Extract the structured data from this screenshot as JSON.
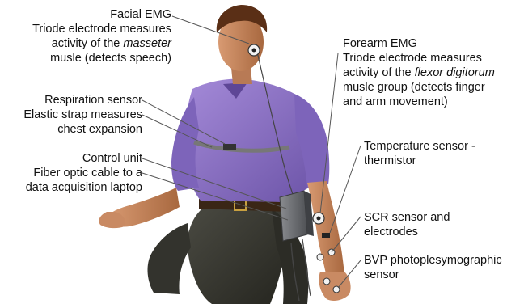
{
  "colors": {
    "shirt": "#8e74c8",
    "shirt_shadow": "#6a52a6",
    "pants": "#3a3a34",
    "skin": "#c98a63",
    "hair": "#5a2f16",
    "device": "#6f7175",
    "leader_line": "#555555",
    "text": "#111111"
  },
  "labels": {
    "facial_emg": {
      "title": "Facial EMG",
      "line1": "Triode electrode measures",
      "line2_pre": "activity of the ",
      "line2_em": "masseter",
      "line3": "musle (detects speech)"
    },
    "forearm_emg": {
      "title": "Forearm EMG",
      "line1": "Triode electrode measures",
      "line2_pre": "activity of the ",
      "line2_em": "flexor digitorum",
      "line3": "musle group (detects finger",
      "line4": "and arm movement)"
    },
    "respiration": {
      "title": "Respiration sensor",
      "line1": "Elastic strap measures",
      "line2": "chest expansion"
    },
    "control_unit": {
      "title": "Control unit",
      "line1": "Fiber optic cable to a",
      "line2": "data acquisition laptop"
    },
    "temperature": {
      "title": "Temperature sensor -",
      "line1": "thermistor"
    },
    "scr": {
      "title": "SCR sensor and",
      "line1": "electrodes"
    },
    "bvp": {
      "title": "BVP photoplesymographic",
      "line1": "sensor"
    }
  },
  "icons": [
    "seated-figure-illustration",
    "electrode-icon",
    "control-unit-device"
  ]
}
